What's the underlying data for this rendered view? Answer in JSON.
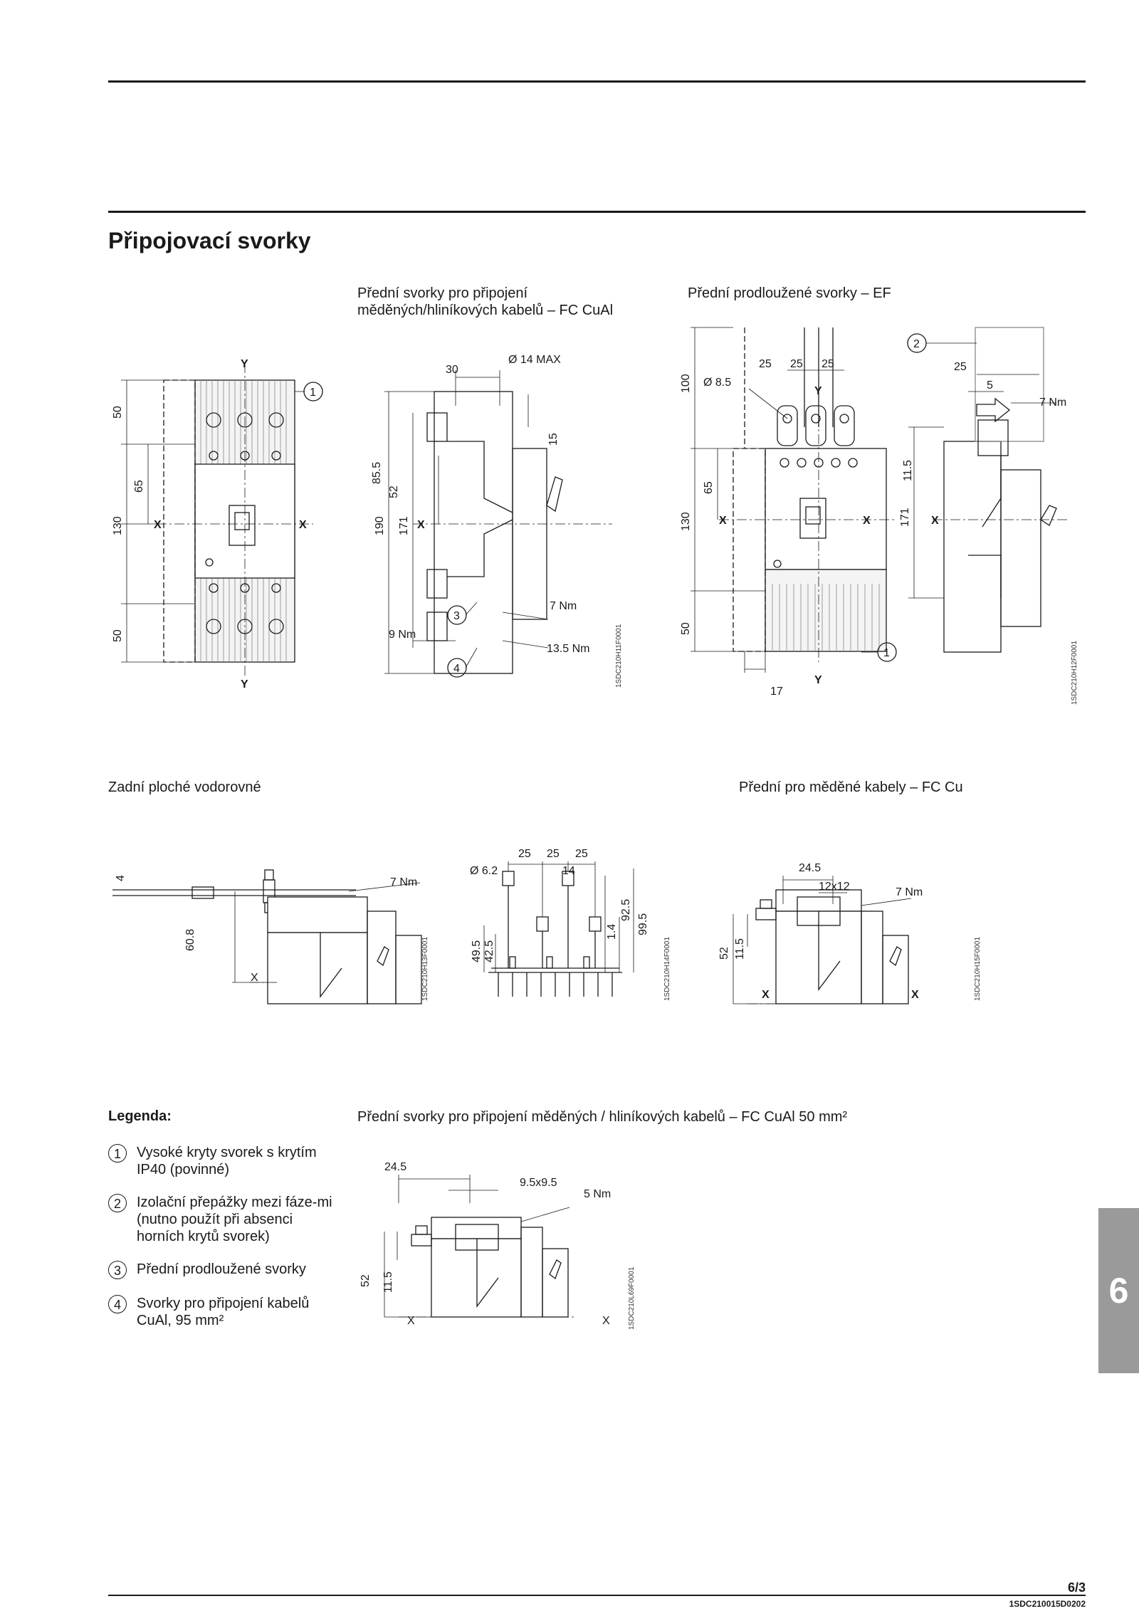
{
  "page": {
    "title": "Připojovací svorky",
    "page_number": "6/3",
    "doc_code": "1SDC210015D0202",
    "section_tab": "6"
  },
  "figures": {
    "fc_cual": {
      "caption_line1": "Přední svorky pro připojení",
      "caption_line2": "měděných/hliníkových kabelů – FC CuAl",
      "dims": [
        "50",
        "65",
        "130",
        "50",
        "190",
        "171",
        "85.5",
        "52",
        "30",
        "Ø 14 MAX",
        "15"
      ],
      "axes": [
        "Y",
        "Y",
        "X",
        "X",
        "X"
      ],
      "torques": [
        "7 Nm",
        "9 Nm",
        "13.5 Nm"
      ],
      "callouts": [
        "1",
        "3",
        "4"
      ],
      "code": "1SDC210H11F0001"
    },
    "ef": {
      "caption": "Přední prodloužené svorky – EF",
      "dims": [
        "100",
        "65",
        "130",
        "50",
        "171",
        "11.5",
        "25",
        "25",
        "25",
        "Ø  8.5",
        "17",
        "25",
        "5"
      ],
      "axes": [
        "Y",
        "Y",
        "X",
        "X",
        "X"
      ],
      "torques": [
        "7 Nm"
      ],
      "callouts": [
        "1",
        "2"
      ],
      "code": "1SDC210H12F0001"
    },
    "rear_flat": {
      "caption": "Zadní ploché vodorovné",
      "dims": [
        "4",
        "60.8"
      ],
      "torques": [
        "7 Nm"
      ],
      "axes": [
        "X"
      ],
      "code": "1SDC210H13F0001"
    },
    "rear_flat_top": {
      "dims": [
        "Ø 6.2",
        "25",
        "25",
        "25",
        "14",
        "49.5",
        "42.5",
        "92.5",
        "1.4",
        "99.5"
      ],
      "code": "1SDC210H14F0001"
    },
    "fc_cu": {
      "caption": "Přední pro měděné kabely – FC Cu",
      "dims": [
        "24.5",
        "12x12",
        "52",
        "11.5"
      ],
      "torques": [
        "7 Nm"
      ],
      "axes": [
        "X",
        "X"
      ],
      "code": "1SDC210H15F0001"
    },
    "fc_cual50": {
      "caption": "Přední svorky pro připojení měděných / hliníkových kabelů – FC CuAl 50 mm²",
      "dims": [
        "24.5",
        "9.5x9.5",
        "52",
        "11.5"
      ],
      "torques": [
        "5 Nm"
      ],
      "axes": [
        "X",
        "X"
      ],
      "code": "1SDC210L69F0001"
    }
  },
  "legend": {
    "title": "Legenda:",
    "items": [
      {
        "num": "1",
        "text": "Vysoké kryty svorek s krytím IP40 (povinné)"
      },
      {
        "num": "2",
        "text": "Izolační přepážky mezi fáze-mi (nutno použít při absenci horních krytů svorek)"
      },
      {
        "num": "3",
        "text": "Přední prodloužené svorky"
      },
      {
        "num": "4",
        "text": "Svorky pro připojení kabelů CuAl, 95 mm²"
      }
    ]
  }
}
